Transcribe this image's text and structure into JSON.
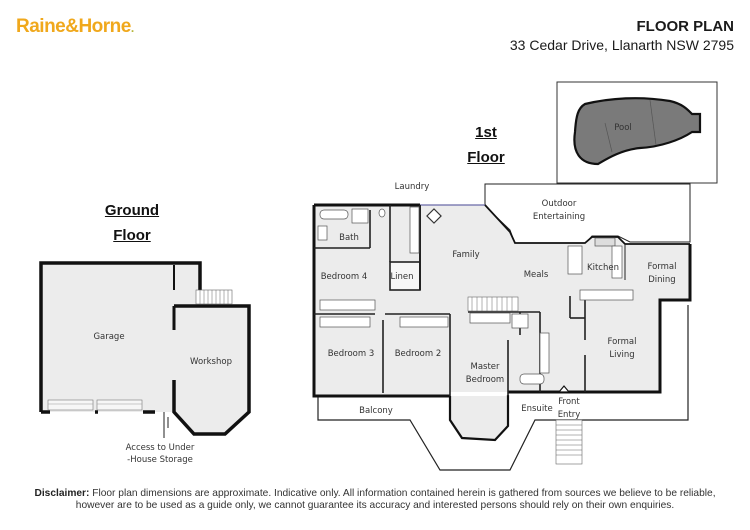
{
  "brand": {
    "logo_text": "Raine&Horne",
    "logo_dot": ".",
    "brand_color": "#f0a81c"
  },
  "header": {
    "title": "FLOOR PLAN",
    "address": "33 Cedar Drive, Llanarth NSW 2795"
  },
  "pool": {
    "label": "Pool"
  },
  "ground_floor": {
    "heading_line1": "Ground",
    "heading_line2": "Floor",
    "rooms": {
      "garage": "Garage",
      "workshop": "Workshop",
      "access_line1": "Access to Under",
      "access_line2": "-House Storage"
    }
  },
  "first_floor": {
    "heading_line1": "1st",
    "heading_line2": "Floor",
    "rooms": {
      "laundry": "Laundry",
      "outdoor_line1": "Outdoor",
      "outdoor_line2": "Entertaining",
      "bath": "Bath",
      "bedroom4": "Bedroom 4",
      "linen": "Linen",
      "family": "Family",
      "meals": "Meals",
      "kitchen": "Kitchen",
      "formal_dining_line1": "Formal",
      "formal_dining_line2": "Dining",
      "bedroom3": "Bedroom 3",
      "bedroom2": "Bedroom 2",
      "master_line1": "Master",
      "master_line2": "Bedroom",
      "formal_living_line1": "Formal",
      "formal_living_line2": "Living",
      "ensuite": "Ensuite",
      "front_entry_line1": "Front",
      "front_entry_line2": "Entry",
      "balcony": "Balcony"
    }
  },
  "disclaimer": {
    "label": "Disclaimer:",
    "line1": " Floor plan dimensions are approximate. Indicative only. All information contained herein is gathered from sources we believe to be reliable,",
    "line2": "however are to be used as a guide only, we cannot guarantee its accuracy and interested persons should rely on their own enquiries."
  }
}
